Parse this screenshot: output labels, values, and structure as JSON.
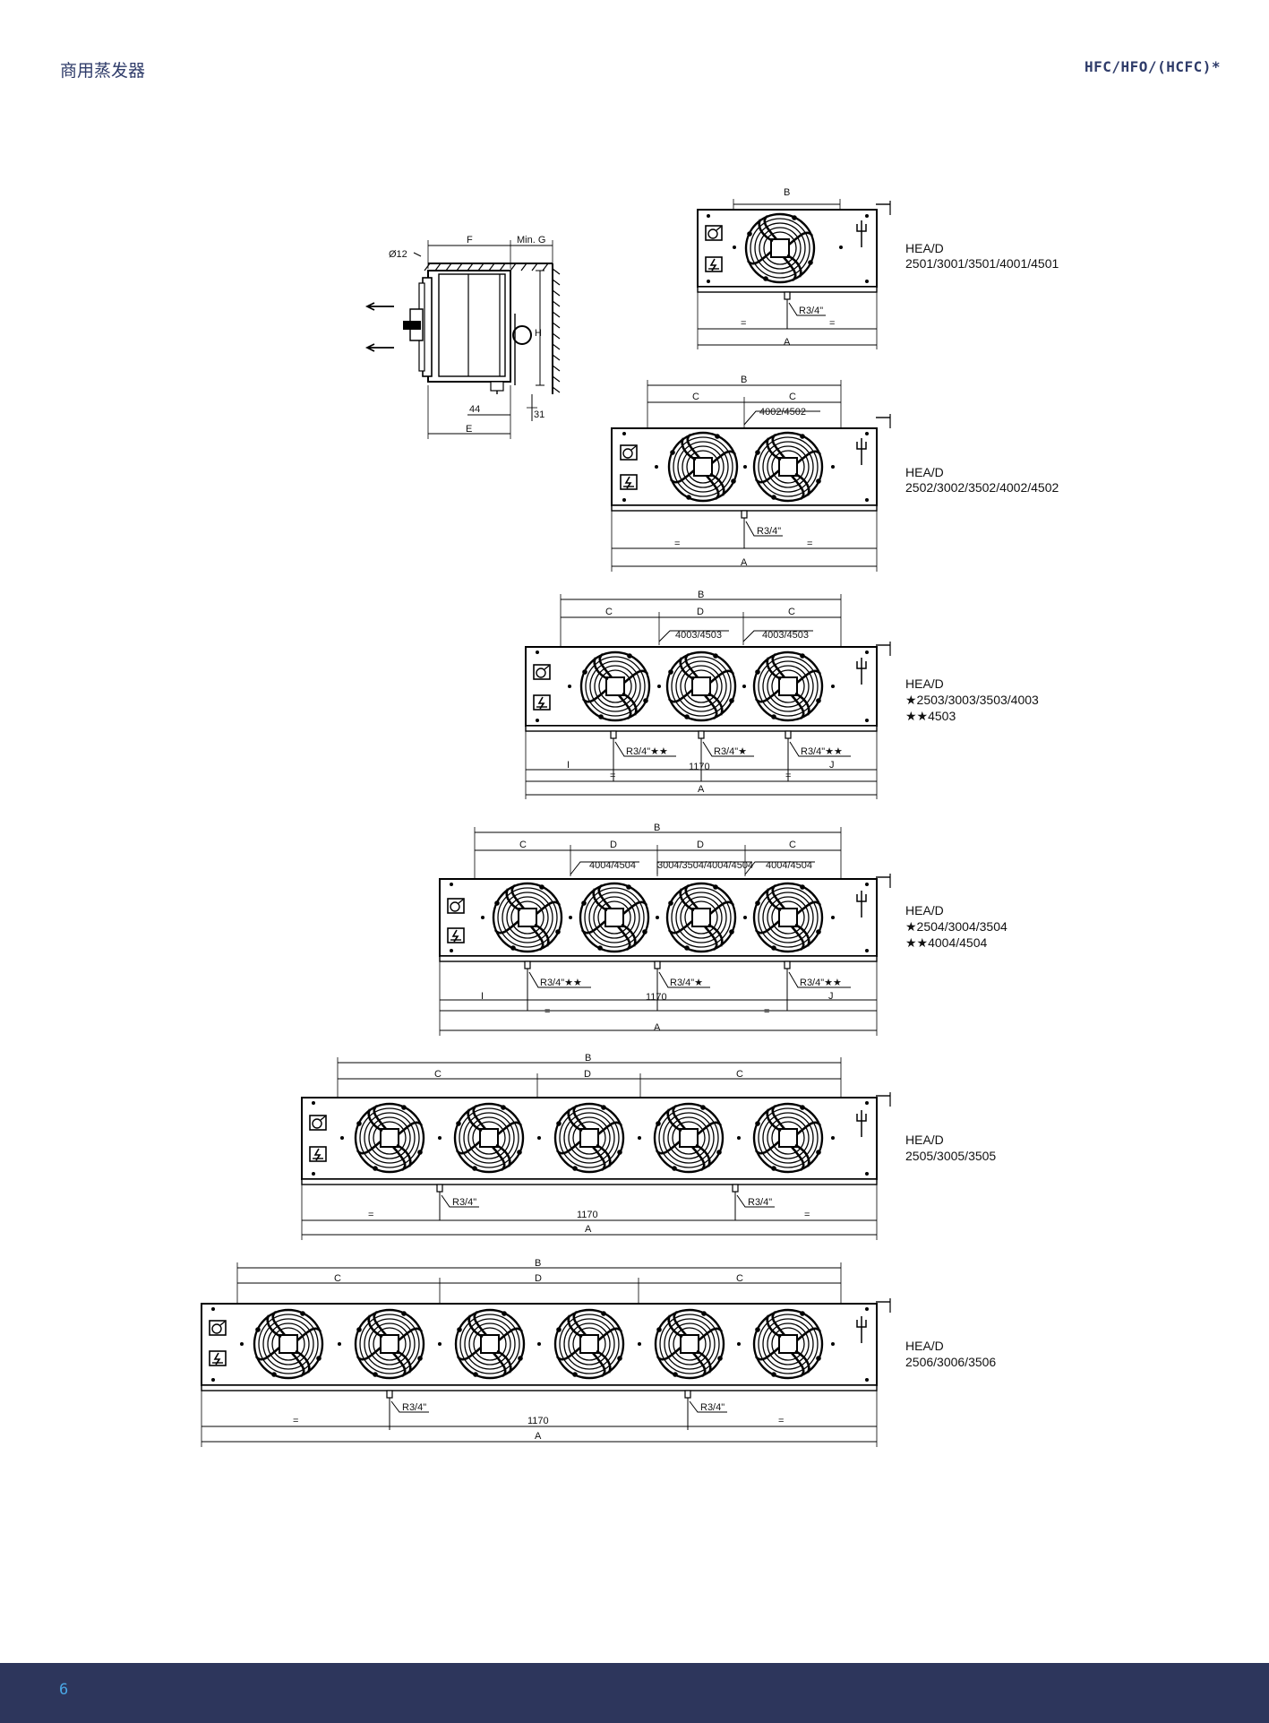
{
  "header": {
    "title": "商用蒸发器",
    "refrigerants": "HFC/HFO/(HCFC)*"
  },
  "footer": {
    "page_number": "6"
  },
  "side_view": {
    "dia_label": "Ø12",
    "f_label": "F",
    "min_g_label": "Min. G",
    "h_label": "H",
    "dim_44": "44",
    "dim_31": "31",
    "e_label": "E"
  },
  "units": [
    {
      "model": "HEA/D",
      "variants": [
        "2501/3001/3501/4001/4501"
      ],
      "fans": 1,
      "labels": {
        "b": "B",
        "eq_l": "=",
        "eq_r": "=",
        "a": "A"
      },
      "drains": [
        {
          "label": "R3/4\""
        }
      ]
    },
    {
      "model": "HEA/D",
      "variants": [
        "2502/3002/3502/4002/4502"
      ],
      "fans": 2,
      "labels": {
        "b": "B",
        "c1": "C",
        "c2": "C",
        "eq_l": "=",
        "eq_r": "=",
        "a": "A"
      },
      "supports": [
        {
          "label": "4002/4502"
        }
      ],
      "drains": [
        {
          "label": "R3/4\""
        }
      ]
    },
    {
      "model": "HEA/D",
      "variants": [
        "★2503/3003/3503/4003",
        "★★4503"
      ],
      "fans": 3,
      "labels": {
        "b": "B",
        "c1": "C",
        "d": "D",
        "c2": "C",
        "i": "I",
        "j": "J",
        "mid": "1170",
        "eq_l": "=",
        "eq_r": "=",
        "a": "A"
      },
      "supports": [
        {
          "label": "4003/4503"
        },
        {
          "label": "4003/4503"
        }
      ],
      "drains": [
        {
          "label": "R3/4\"★★"
        },
        {
          "label": "R3/4\"★"
        },
        {
          "label": "R3/4\"★★"
        }
      ]
    },
    {
      "model": "HEA/D",
      "variants": [
        "★2504/3004/3504",
        "★★4004/4504"
      ],
      "fans": 4,
      "labels": {
        "b": "B",
        "c1": "C",
        "d1": "D",
        "d2": "D",
        "c2": "C",
        "i": "I",
        "j": "J",
        "mid": "1170",
        "eq_l": "=",
        "eq_r": "=",
        "a": "A"
      },
      "supports": [
        {
          "label": "4004/4504"
        },
        {
          "label": "3004/3504/4004/4504"
        },
        {
          "label": "4004/4504"
        }
      ],
      "drains": [
        {
          "label": "R3/4\"★★"
        },
        {
          "label": "R3/4\"★"
        },
        {
          "label": "R3/4\"★★"
        }
      ]
    },
    {
      "model": "HEA/D",
      "variants": [
        "2505/3005/3505"
      ],
      "fans": 5,
      "labels": {
        "b": "B",
        "c1": "C",
        "d": "D",
        "c2": "C",
        "mid": "1170",
        "eq_l": "=",
        "eq_r": "=",
        "a": "A"
      },
      "drains": [
        {
          "label": "R3/4\""
        },
        {
          "label": "R3/4\""
        }
      ]
    },
    {
      "model": "HEA/D",
      "variants": [
        "2506/3006/3506"
      ],
      "fans": 6,
      "labels": {
        "b": "B",
        "c1": "C",
        "d": "D",
        "c2": "C",
        "mid": "1170",
        "eq_l": "=",
        "eq_r": "=",
        "a": "A"
      },
      "drains": [
        {
          "label": "R3/4\""
        },
        {
          "label": "R3/4\""
        }
      ]
    }
  ]
}
